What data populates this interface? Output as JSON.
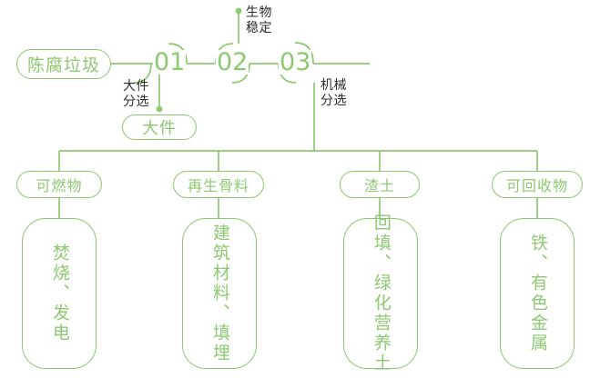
{
  "theme": {
    "accent": "#8DC971",
    "note_color": "#2b2b2b",
    "background": "#ffffff"
  },
  "flow": {
    "source": {
      "label": "陈腐垃圾"
    },
    "steps": [
      {
        "number": "01",
        "note": "大件\n分选"
      },
      {
        "number": "02",
        "note": "生物\n稳定"
      },
      {
        "number": "03",
        "note": "机械\n分选"
      }
    ],
    "side_output": {
      "label": "大件"
    },
    "outputs": [
      {
        "category": "可燃物",
        "destination": "焚烧、发电"
      },
      {
        "category": "再生骨料",
        "destination": "建筑材料、填埋"
      },
      {
        "category": "渣土",
        "destination": "回填、绿化营养土"
      },
      {
        "category": "可回收物",
        "destination": "铁、有色金属"
      }
    ]
  }
}
